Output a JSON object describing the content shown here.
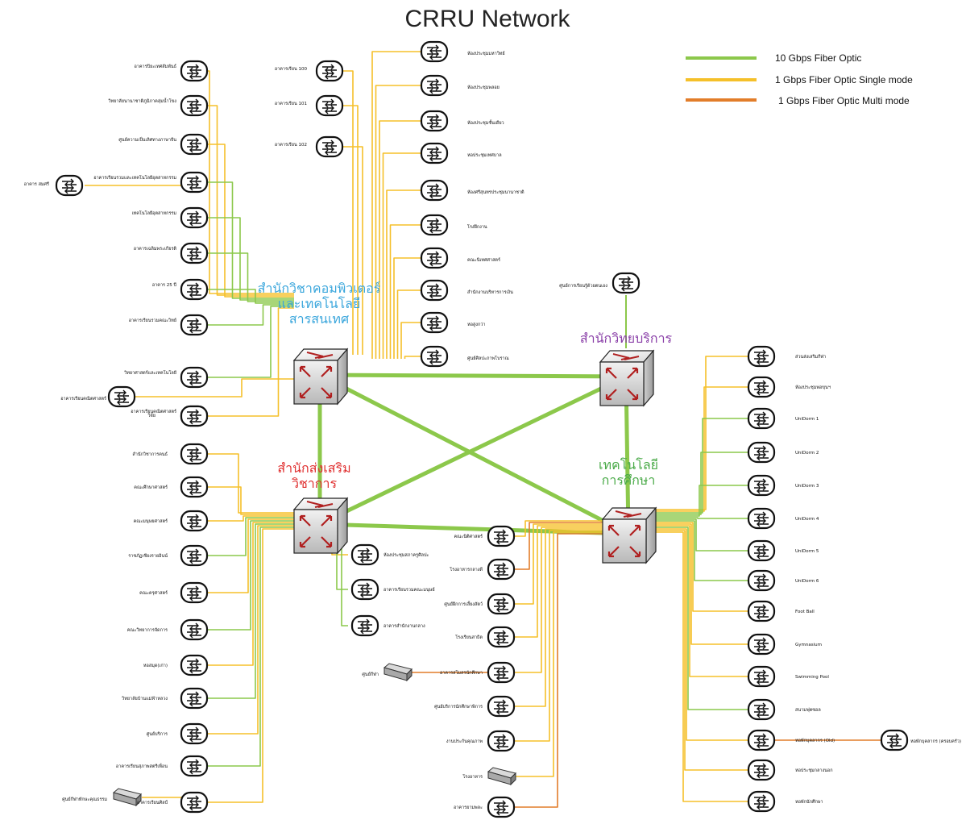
{
  "title": "CRRU Network",
  "legend": [
    {
      "label": "10 Gbps Fiber Optic",
      "color": "#8cc84b"
    },
    {
      "label": "1 Gbps Fiber Optic Single mode",
      "color": "#f5c02a"
    },
    {
      "label": "1 Gbps Fiber Optic Multi mode",
      "color": "#e27d2a"
    }
  ],
  "colors": {
    "link_10g": "#8cc84b",
    "link_1g_single": "#f5c02a",
    "link_1g_multi": "#e27d2a",
    "label_cc": "#3aa6dc",
    "label_ar": "#8a3fa8",
    "label_ae": "#e03030",
    "label_et": "#4aaa48"
  },
  "core": {
    "cc": {
      "label_lines": [
        "สำนักวิชาคอมพิวเตอร์",
        "และเทคโนโลยี",
        "สารสนเทศ"
      ]
    },
    "ar": {
      "label_lines": [
        "สำนักวิทยบริการ"
      ]
    },
    "ae": {
      "label_lines": [
        "สำนักส่งเสริม",
        "วิชาการ"
      ]
    },
    "et": {
      "label_lines": [
        "เทคโนโลยี",
        "การศึกษา"
      ]
    }
  },
  "switches": {
    "cc_left": [
      "อาคารปิยะเทศสัมพันธ์",
      "วิทยาลัยนานาชาติภูมิภาคลุ่มน้ำโขง",
      "ศูนย์ความเป็นเลิศทางภาษาจีน",
      "อาคารเรียนรวมและเทคโนโลยีอุตสาหกรรม",
      "เทคโนโลยีอุตสาหกรรม",
      "อาคารเฉลิมพระเกียรติ",
      "อาคาร 25 ปี",
      "อาคารเรียนรวมคณะวิทย์",
      "วิทยาศาสตร์และเทคโนโลยี",
      "อาคารเรียนคณิตศาสตร์",
      "วิจัย"
    ],
    "cc_left_extra": [
      "อาคาร สมศรี"
    ],
    "cc_mid": [
      "อาคารเรียน 100",
      "อาคารเรียน 101",
      "อาคารเรียน 102"
    ],
    "cc_right": [
      "ห้องประชุมมหาวิทย์",
      "ห้องประชุมพลอย",
      "ห้องประชุมชั้นเดียว",
      "หอประชุมเทศบาล",
      "ห้องศรีสุนทรประชุมนานาชาติ",
      "โรงฝึกงาน",
      "คณะนิเทศศาสตร์",
      "สำนักงานบริหารการเงิน",
      "หอสูงกว่า",
      "ศูนย์ศิลปะภาพโบราณ"
    ],
    "ar_top": [
      "ศูนย์การเรียนรู้ด้วยตนเอง"
    ],
    "ae_left": [
      "สำนักวิชาการคนธ์",
      "คณะศึกษาศาสตร์",
      "คณะมนุษยศาสตร์",
      "ราชภัฏเชียงรายอินน์",
      "คณะครุศาสตร์",
      "คณะวิทยาการจัดการ",
      "หอสมุด(เก่า)",
      "วิทยาลัยบ้านแม่ฟ้าหลวง",
      "ศูนย์บริการ",
      "อาคารเรียนสุภาพสตรีเพื่อน",
      "อาคารเรียนศิลป์"
    ],
    "ae_left_extra": [
      "ศูนย์กีฬาทักษะคุณธรรม"
    ],
    "ae_right": [
      "ห้องประชุมสภาครูศิลปะ",
      "อาคารเรียนรวมคณะมนุษย์",
      "อาคารสำนักงานกลาง"
    ],
    "et_left": [
      "คณะนิติศาสตร์",
      "โรงอาหารกลางดี",
      "ศูนย์ฝึกการเลี้ยงสัตว์",
      "โรงเรียนสาธิต",
      "อาคารสโมสรนักศึกษา",
      "ศูนย์บริการนักศึกษาพิการ",
      "งานประกันคุณภาพ",
      "โรงอาหาร",
      "อาคารยามพละ"
    ],
    "et_left_extra": [
      "ศูนย์กีฬา"
    ],
    "et_right": [
      "ส่วนส่งเสริมกีฬา",
      "ห้องประชุมพ่อขุนฯ",
      "UniDorm 1",
      "UniDorm 2",
      "UniDorm 3",
      "UniDorm 4",
      "UniDorm 5",
      "UniDorm 6",
      "Foot Ball",
      "Gymnasium",
      "Swimming Pool",
      "สนามฟุตซอล",
      "หอพักบุคลากร (Old)",
      "หอประชุมกลางนอก",
      "หอพักนักศึกษา"
    ],
    "et_right_extra": [
      "หอพักบุคลากร (ครอบครัว)"
    ]
  }
}
